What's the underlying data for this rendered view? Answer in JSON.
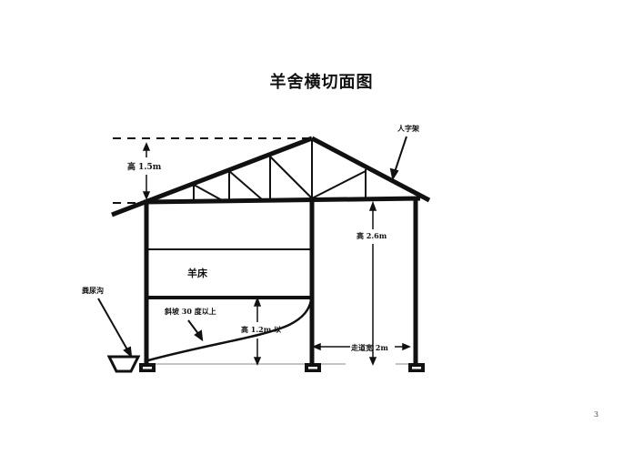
{
  "page": {
    "title": "羊舍横切面图",
    "page_number": "3"
  },
  "labels": {
    "roof_height": "高 1.5m",
    "truss": "人字架",
    "wall_height": "高 2.6m",
    "sheep_bed": "羊床",
    "manure_trench": "粪尿沟",
    "slope": "斜坡 30 度以上",
    "bed_height": "高 1.2m 以",
    "aisle_width": "走道宽 2m"
  },
  "colors": {
    "line": "#111111",
    "ground": "#888888",
    "background": "#ffffff"
  }
}
